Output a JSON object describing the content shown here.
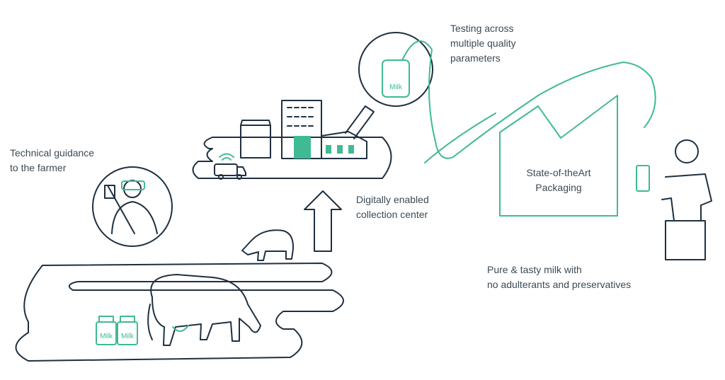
{
  "colors": {
    "dark_line": "#1f3040",
    "accent_green": "#3fba92",
    "text": "#3b4a55",
    "background": "#ffffff"
  },
  "labels": {
    "technical_guidance": [
      "Technical guidance",
      "to the farmer"
    ],
    "collection_center": [
      "Digitally enabled",
      "collection center"
    ],
    "testing": [
      "Testing across",
      "multiple quality",
      "parameters"
    ],
    "packaging": [
      "State-of-theArt",
      "Packaging"
    ],
    "pure_milk": [
      "Pure & tasty milk with",
      "no adulterants and preservatives"
    ]
  },
  "can_text": "Milk",
  "icons": [
    "farmer-icon",
    "cow-icon",
    "milk-can-icon",
    "collection-building-icon",
    "truck-icon",
    "wifi-icon",
    "up-arrow-icon",
    "magnifier-icon",
    "milk-stream-icon",
    "package-box-icon",
    "person-drinking-icon"
  ]
}
